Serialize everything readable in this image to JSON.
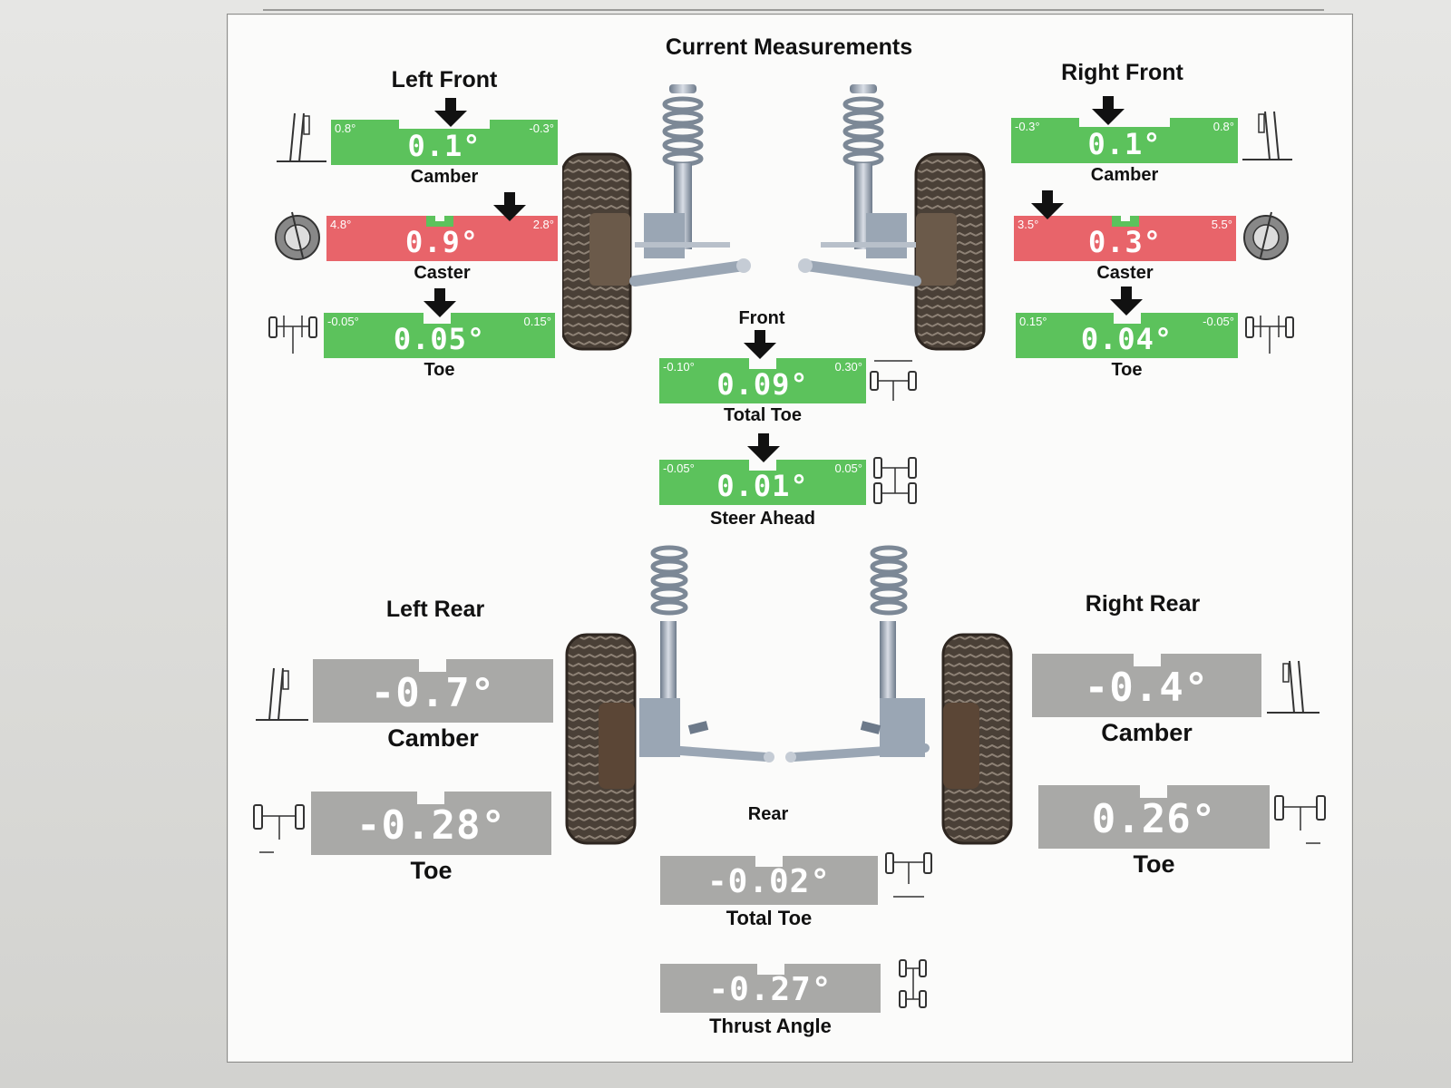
{
  "header": {
    "title": "Current Measurements"
  },
  "left_front": {
    "label": "Left Front",
    "camber": {
      "label": "Camber",
      "value": "0.1°",
      "low": "0.8°",
      "high": "-0.3°",
      "status": "green"
    },
    "caster": {
      "label": "Caster",
      "value": "0.9°",
      "low": "4.8°",
      "high": "2.8°",
      "status": "red"
    },
    "toe": {
      "label": "Toe",
      "value": "0.05°",
      "low": "-0.05°",
      "high": "0.15°",
      "status": "green"
    }
  },
  "right_front": {
    "label": "Right Front",
    "camber": {
      "label": "Camber",
      "value": "0.1°",
      "low": "-0.3°",
      "high": "0.8°",
      "status": "green"
    },
    "caster": {
      "label": "Caster",
      "value": "0.3°",
      "low": "3.5°",
      "high": "5.5°",
      "status": "red"
    },
    "toe": {
      "label": "Toe",
      "value": "0.04°",
      "low": "0.15°",
      "high": "-0.05°",
      "status": "green"
    }
  },
  "front": {
    "label": "Front",
    "total_toe": {
      "label": "Total Toe",
      "value": "0.09°",
      "low": "-0.10°",
      "high": "0.30°",
      "status": "green"
    },
    "steer_ahead": {
      "label": "Steer Ahead",
      "value": "0.01°",
      "low": "-0.05°",
      "high": "0.05°",
      "status": "green"
    }
  },
  "left_rear": {
    "label": "Left Rear",
    "camber": {
      "label": "Camber",
      "value": "-0.7°",
      "status": "gray"
    },
    "toe": {
      "label": "Toe",
      "value": "-0.28°",
      "status": "gray"
    }
  },
  "right_rear": {
    "label": "Right Rear",
    "camber": {
      "label": "Camber",
      "value": "-0.4°",
      "status": "gray"
    },
    "toe": {
      "label": "Toe",
      "value": "0.26°",
      "status": "gray"
    }
  },
  "rear": {
    "label": "Rear",
    "total_toe": {
      "label": "Total Toe",
      "value": "-0.02°",
      "status": "gray"
    },
    "thrust_angle": {
      "label": "Thrust Angle",
      "value": "-0.27°",
      "status": "gray"
    }
  },
  "colors": {
    "in_spec": "#5cc25c",
    "out_of_spec": "#e8646a",
    "no_spec": "#a9a9a7"
  }
}
